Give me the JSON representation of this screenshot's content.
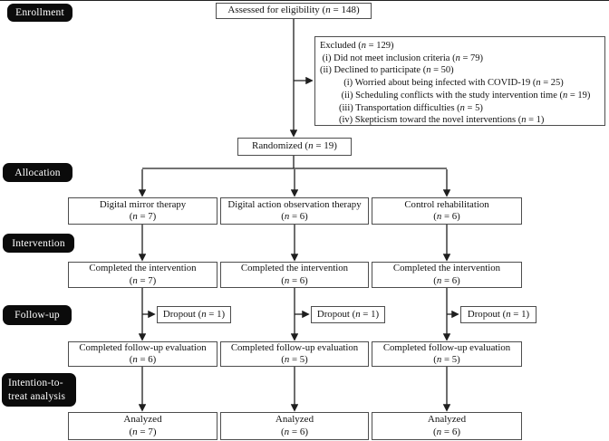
{
  "stages": {
    "enrollment": "Enrollment",
    "allocation": "Allocation",
    "intervention": "Intervention",
    "followup": "Follow-up",
    "itt_line1": "Intention-to-",
    "itt_line2": "treat analysis"
  },
  "enrollment": {
    "assessed": "Assessed for eligibility (n = 148)",
    "excluded_lines": [
      "Excluded (n = 129)",
      " (i) Did not meet inclusion criteria (n = 79)",
      "(ii) Declined to participate (n = 50)",
      "          (i) Worried about being infected with COVID-19 (n = 25)",
      "         (ii) Scheduling conflicts with the study intervention time (n = 19)",
      "        (iii) Transportation difficulties (n = 5)",
      "        (iv) Skepticism toward the novel interventions (n = 1)"
    ],
    "randomized": "Randomized (n = 19)"
  },
  "columns": [
    {
      "allocation_title": "Digital mirror therapy",
      "allocation_n": "(n = 7)",
      "intervention_title": "Completed the intervention",
      "intervention_n": "(n = 7)",
      "dropout": "Dropout (n = 1)",
      "followup_title": "Completed follow-up evaluation",
      "followup_n": "(n = 6)",
      "analyzed_title": "Analyzed",
      "analyzed_n": "(n = 7)"
    },
    {
      "allocation_title": "Digital action observation therapy",
      "allocation_n": "(n = 6)",
      "intervention_title": "Completed the intervention",
      "intervention_n": "(n = 6)",
      "dropout": "Dropout (n = 1)",
      "followup_title": "Completed follow-up evaluation",
      "followup_n": "(n = 5)",
      "analyzed_title": "Analyzed",
      "analyzed_n": "(n = 6)"
    },
    {
      "allocation_title": "Control rehabilitation",
      "allocation_n": "(n = 6)",
      "intervention_title": "Completed the intervention",
      "intervention_n": "(n = 6)",
      "dropout": "Dropout (n = 1)",
      "followup_title": "Completed follow-up evaluation",
      "followup_n": "(n = 5)",
      "analyzed_title": "Analyzed",
      "analyzed_n": "(n = 6)"
    }
  ],
  "colors": {
    "stage_bg": "#0b0b0b",
    "stage_text": "#ffffff",
    "box_border": "#4d4d4d",
    "line": "#1f1f1f"
  }
}
